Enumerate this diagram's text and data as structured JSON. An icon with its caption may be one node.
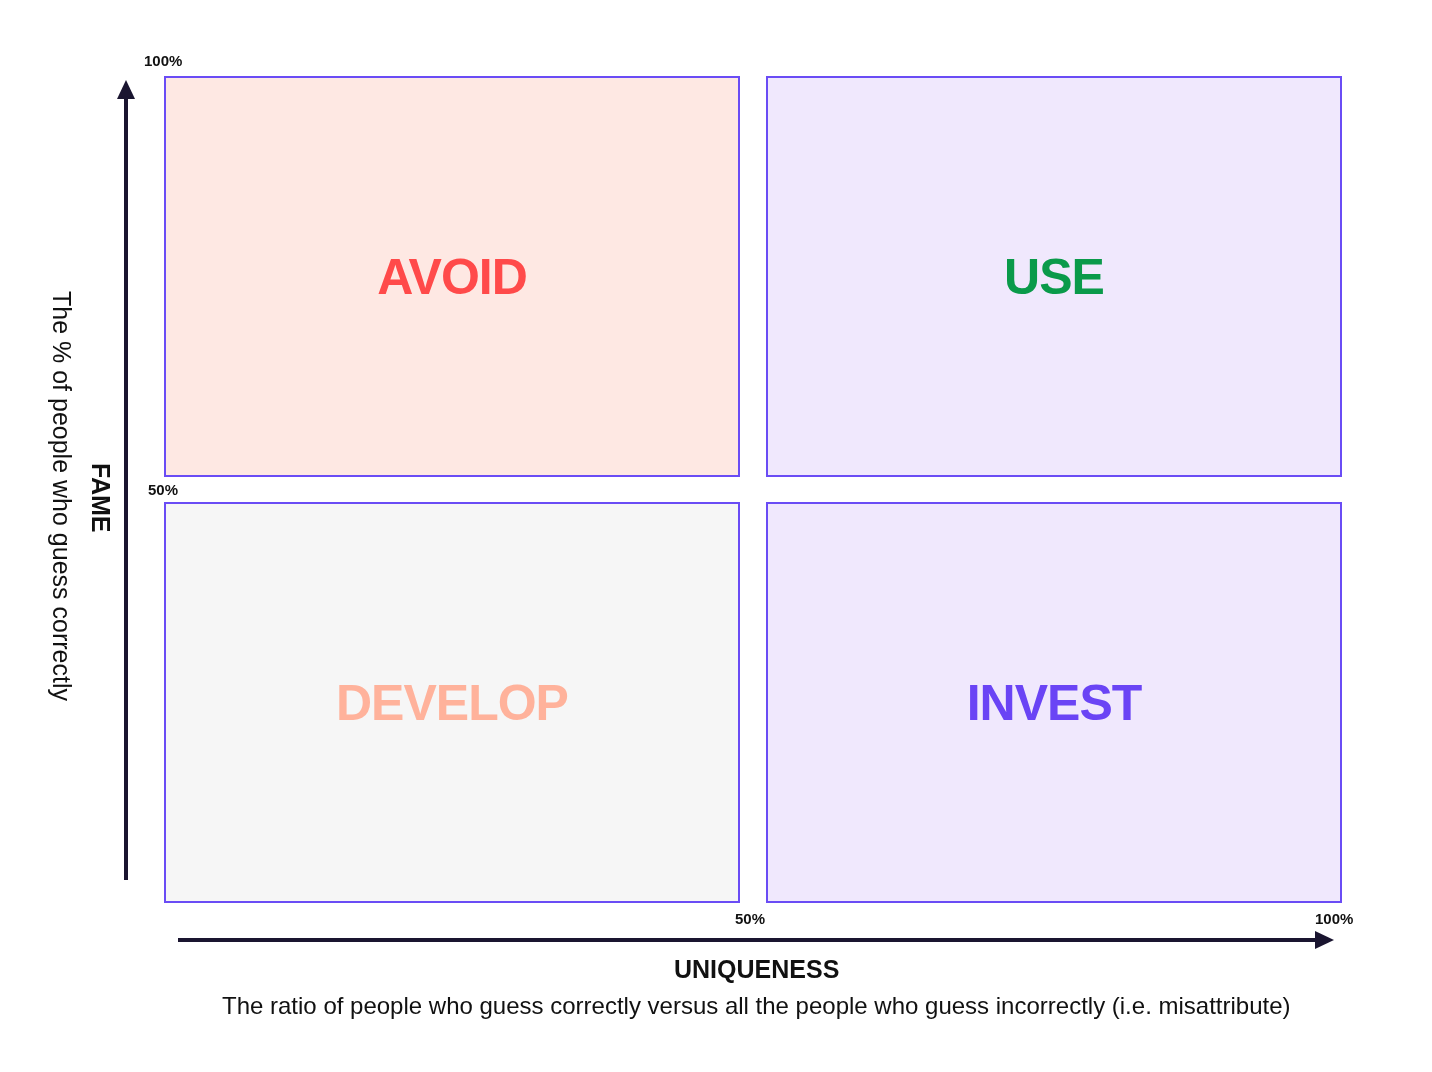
{
  "diagram": {
    "nodes": [
      {
        "text": [
          "AVOID"
        ]
      },
      {
        "text": [
          "USE"
        ]
      },
      {
        "text": [
          "DEVELOP"
        ]
      },
      {
        "text": [
          "INVEST"
        ]
      }
    ],
    "labels": [
      "100%",
      "50%",
      "FAME",
      "The % of people who guess correctly",
      "50%",
      "100%",
      "UNIQUENESS",
      "The ratio of people who guess correctly versus all the people who guess incorrectly (i.e. misattribute)"
    ]
  }
}
